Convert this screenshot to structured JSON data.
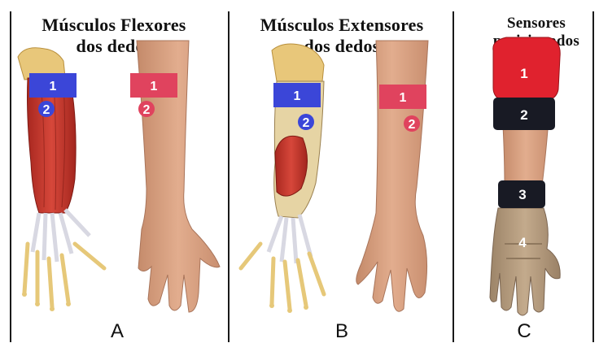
{
  "panels": [
    {
      "title_line1": "Músculos Flexores",
      "title_line2": "dos dedos",
      "letter": "A"
    },
    {
      "title_line1": "Músculos Extensores",
      "title_line2": "dos dedos",
      "letter": "B"
    },
    {
      "title_line1": "Sensores",
      "title_line2": "posicionados",
      "letter": "C"
    }
  ],
  "sensor_labels": {
    "a_anat_1": "1",
    "a_anat_2": "2",
    "a_skin_1": "1",
    "a_skin_2": "2",
    "b_anat_1": "1",
    "b_anat_2": "2",
    "b_skin_1": "1",
    "b_skin_2": "2",
    "c_1": "1",
    "c_2": "2",
    "c_3": "3",
    "c_4": "4"
  },
  "colors": {
    "sensor_blue": "#3b46d8",
    "sensor_red": "#e0435e",
    "muscle": "#c8352a",
    "skin": "#d9a07f",
    "glove": "#b29a7f"
  }
}
